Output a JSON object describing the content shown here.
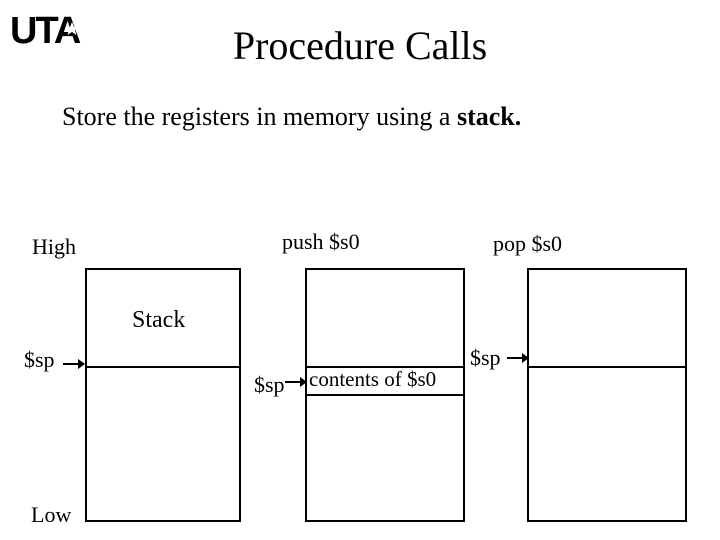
{
  "header": {
    "logo_text": "UTA",
    "title": "Procedure Calls"
  },
  "body": {
    "intro_text": "Store the registers in memory using a ",
    "intro_emphasis": "stack."
  },
  "diagram": {
    "label_high": "High",
    "label_low": "Low",
    "label_stack": "Stack",
    "label_push": "push $s0",
    "label_pop": "pop $s0",
    "sp_label": "$sp",
    "push_contents": "contents of $s0"
  },
  "colors": {
    "foreground": "#000000",
    "background": "#ffffff"
  }
}
